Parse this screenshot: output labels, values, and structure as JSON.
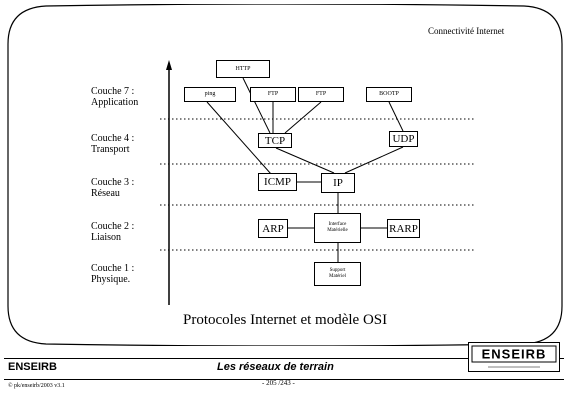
{
  "header": {
    "subject": "Connectivité Internet"
  },
  "layers": [
    {
      "line1": "Couche 7 :",
      "line2": "Application"
    },
    {
      "line1": "Couche 4 :",
      "line2": "Transport"
    },
    {
      "line1": "Couche 3 :",
      "line2": "Réseau"
    },
    {
      "line1": "Couche 2 :",
      "line2": "Liaison"
    },
    {
      "line1": "Couche 1 :",
      "line2": "Physique."
    }
  ],
  "protocols": {
    "http": "HTTP",
    "ping": "ping",
    "ftp1": "FTP",
    "ftp2": "FTP",
    "bootp": "BOOTP",
    "tcp": "TCP",
    "udp": "UDP",
    "icmp": "ICMP",
    "ip": "IP",
    "arp": "ARP",
    "iface_l1": "Interface",
    "iface_l2": "Matérielle",
    "rarp": "RARP",
    "support_l1": "Support",
    "support_l2": "Matériel"
  },
  "caption": "Protocoles Internet et modèle OSI",
  "footer": {
    "school": "ENSEIRB",
    "course": "Les réseaux de terrain",
    "copyright": "© pk/enseirb/2003 v3.1",
    "page": "- 205 /243 -",
    "logo_text": "ENSEIRB"
  },
  "colors": {
    "ink": "#000000",
    "background": "#ffffff"
  }
}
